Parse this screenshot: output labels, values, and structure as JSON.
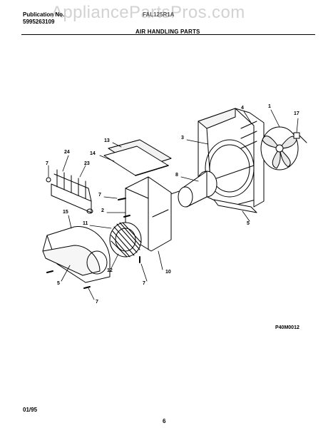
{
  "watermark": "AppliancePartsPros.com",
  "header": {
    "pub_label": "Publication No.",
    "pub_number": "5995263109",
    "model": "FAL125R1A",
    "section_title": "AIR HANDLING PARTS"
  },
  "diagram": {
    "callouts": {
      "c1": "1",
      "c2": "2",
      "c3": "3",
      "c4": "4",
      "c5a": "5",
      "c5b": "5",
      "c7a": "7",
      "c7b": "7",
      "c7c": "7",
      "c7d": "7",
      "c8": "8",
      "c10": "10",
      "c11": "11",
      "c12": "12",
      "c13": "13",
      "c14": "14",
      "c15": "15",
      "c17": "17",
      "c23": "23",
      "c24": "24"
    },
    "figure_code": "P40M0012"
  },
  "footer": {
    "date": "01/95",
    "page": "6"
  }
}
